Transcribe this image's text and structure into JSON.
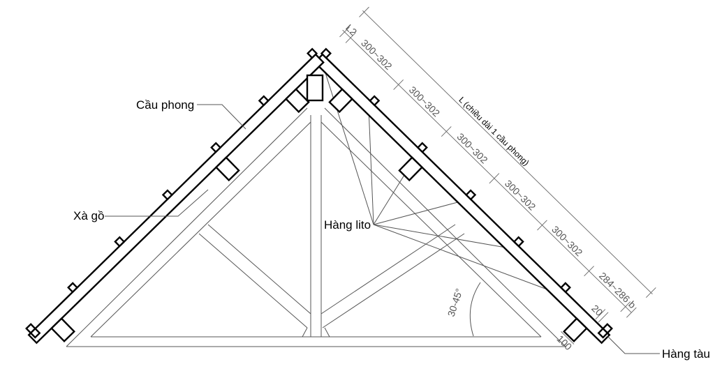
{
  "labels": {
    "rafter": "Cầu phong",
    "purlin": "Xà gồ",
    "batten": "Hàng lito",
    "eave_batten": "Hàng tàu"
  },
  "dimensions": {
    "total_length": "L (chiều dài 1 cầu phong)",
    "top_offset": "L2",
    "spacings": [
      "300~302",
      "300~302",
      "300~302",
      "300~302",
      "300~302"
    ],
    "last_spacing": "284~286",
    "end_offset": "b",
    "batten_size": "20",
    "purlin_size": "100",
    "angle": "30-45°"
  }
}
